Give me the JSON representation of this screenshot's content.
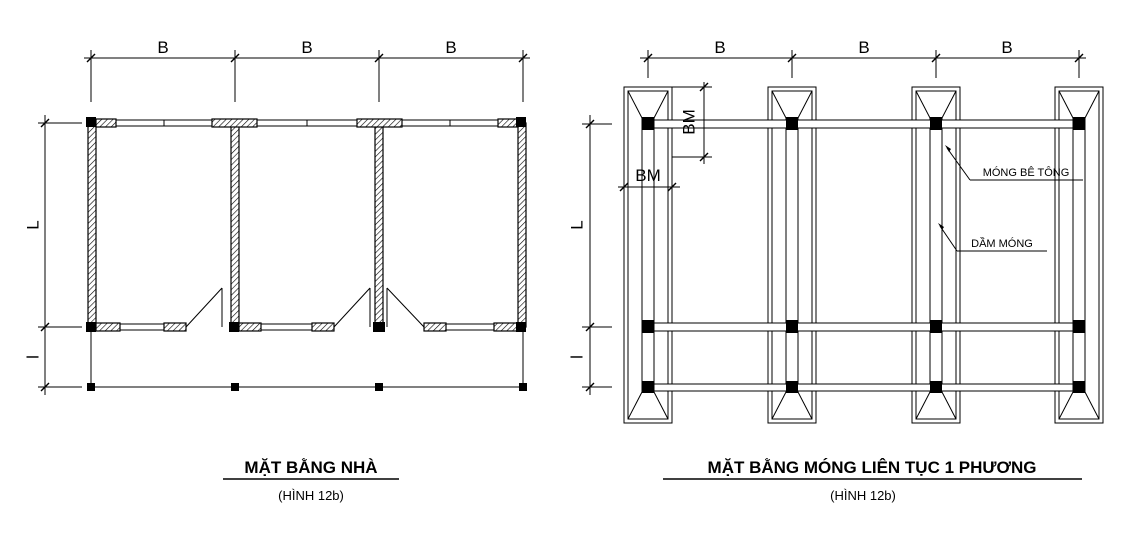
{
  "left_plan": {
    "dim_top": [
      "B",
      "B",
      "B"
    ],
    "dim_side": [
      "L",
      "l"
    ],
    "title": "MẶT BẰNG NHÀ",
    "subtitle": "(HÌNH 12b)"
  },
  "right_plan": {
    "dim_top": [
      "B",
      "B",
      "B"
    ],
    "dim_side": [
      "L",
      "l"
    ],
    "dim_bm_vertical": "BM",
    "dim_bm_horizontal": "BM",
    "label_foundation": "MÓNG BÊ TÔNG",
    "label_beam": "DẦM MÓNG",
    "title": "MẶT BẰNG MÓNG LIÊN TỤC 1 PHƯƠNG",
    "subtitle": "(HÌNH 12b)"
  }
}
